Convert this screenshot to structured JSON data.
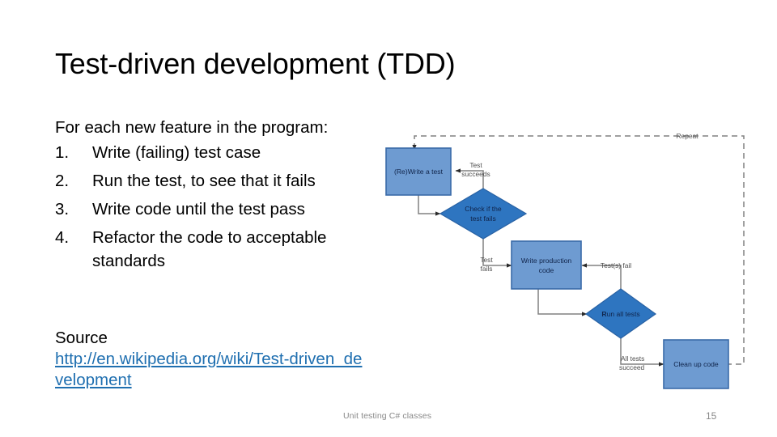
{
  "slide": {
    "title": "Test-driven development (TDD)",
    "intro": "For each new feature in the program:",
    "steps": [
      {
        "num": "1.",
        "text": "Write (failing) test case"
      },
      {
        "num": "2.",
        "text": "Run the test, to see that it fails"
      },
      {
        "num": "3.",
        "text": "Write code until the test pass"
      },
      {
        "num": "4.",
        "text": "Refactor the code to acceptable standards"
      }
    ],
    "source_label": "Source",
    "source_url": "http://en.wikipedia.org/wiki/Test-driven_development",
    "footer": {
      "text": "Unit testing C# classes",
      "page_number": "15"
    }
  },
  "diagram": {
    "nodes": {
      "rewrite_test": "(Re)Write a test",
      "check_test_fails_line1": "Check if the",
      "check_test_fails_line2": "test fails",
      "write_production_line1": "Write production",
      "write_production_line2": "code",
      "run_all_tests_bold": "R",
      "run_all_tests_rest": "un all tests",
      "clean_up_code": "Clean up code"
    },
    "edge_labels": {
      "test_succeeds_line1": "Test",
      "test_succeeds_line2": "succeeds",
      "test_fails_line1": "Test",
      "test_fails_line2": "fails",
      "tests_fail": "Test(s) fail",
      "all_tests_succeed_line1": "All tests",
      "all_tests_succeed_line2": "succeed",
      "repeat": "Repeat"
    },
    "colors": {
      "box_fill": "#6E9BD1",
      "diamond_fill": "#2E75C0",
      "connector": "#808080"
    }
  }
}
